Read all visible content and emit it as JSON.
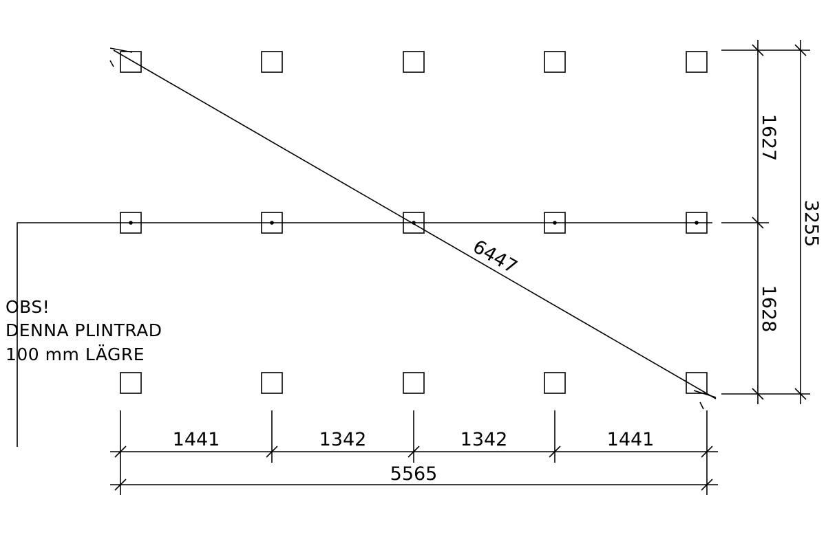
{
  "note": {
    "lines": [
      "OBS!",
      "DENNA PLINTRAD",
      "100 mm LÄGRE"
    ]
  },
  "dimensions": {
    "bottom_segments": [
      "1441",
      "1342",
      "1342",
      "1441"
    ],
    "bottom_total": "5565",
    "right_segments": [
      "1627",
      "1628"
    ],
    "right_total": "3255",
    "diagonal": "6447"
  },
  "posts": {
    "rows": 3,
    "columns": 5,
    "marked_row": 2
  }
}
